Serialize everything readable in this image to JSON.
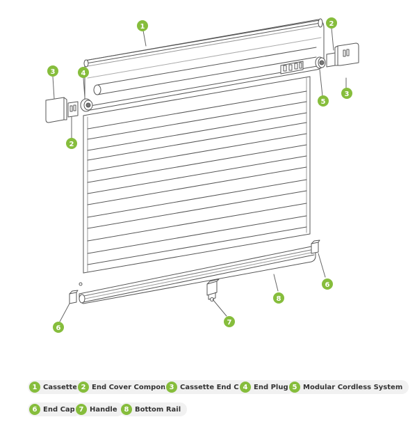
{
  "diagram": {
    "accent_color": "#86bd3c",
    "line_color": "#555555",
    "callouts": {
      "c1": "1",
      "c2a": "2",
      "c2b": "2",
      "c3a": "3",
      "c3b": "3",
      "c4": "4",
      "c5": "5",
      "c6a": "6",
      "c6b": "6",
      "c7": "7",
      "c8": "8"
    }
  },
  "legend": {
    "items": [
      {
        "num": "1",
        "label": "Cassette"
      },
      {
        "num": "2",
        "label": "End Cover Component"
      },
      {
        "num": "3",
        "label": "Cassette End Cap"
      },
      {
        "num": "4",
        "label": "End Plug"
      },
      {
        "num": "5",
        "label": "Modular Cordless System"
      },
      {
        "num": "6",
        "label": "End Cap"
      },
      {
        "num": "7",
        "label": "Handle"
      },
      {
        "num": "8",
        "label": "Bottom Rail"
      }
    ]
  }
}
